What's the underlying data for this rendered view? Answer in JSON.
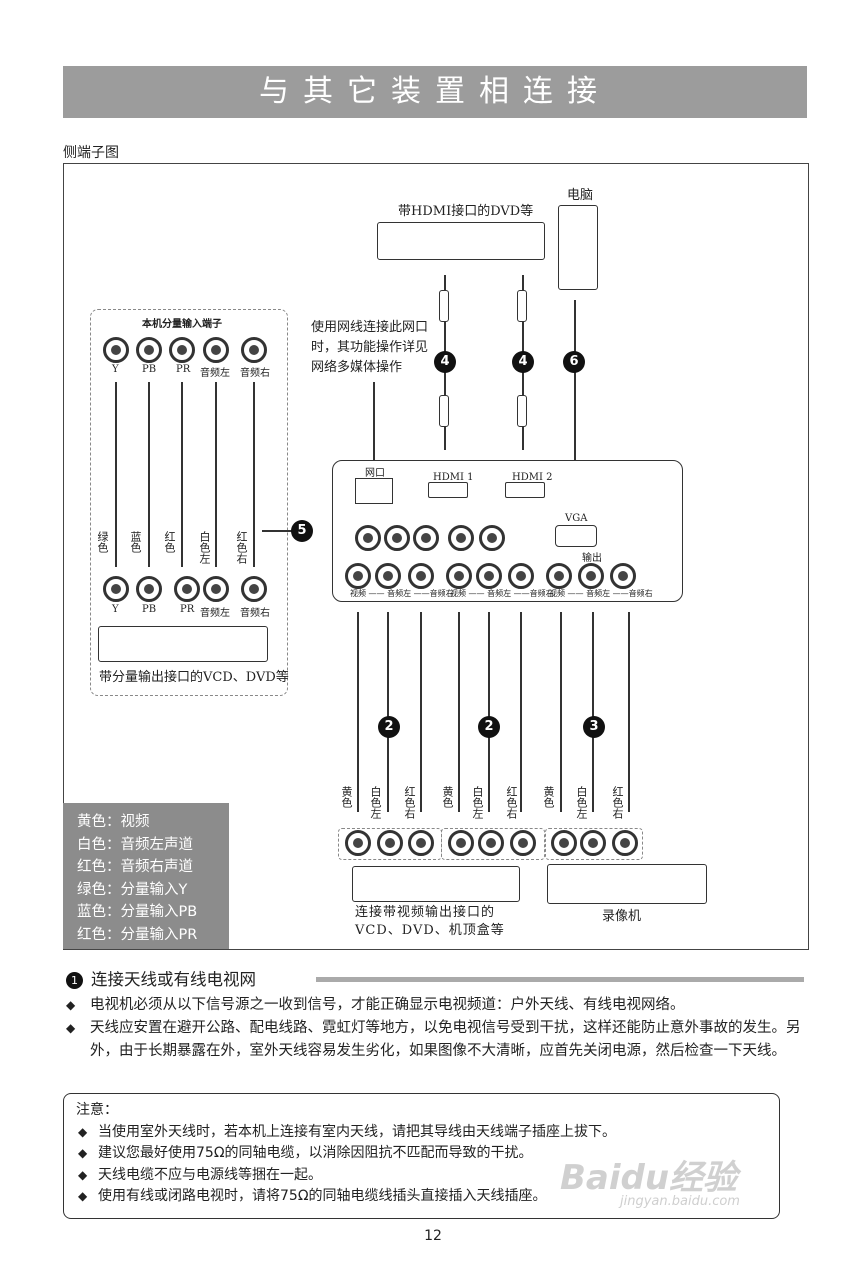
{
  "title": "与其它装置相连接",
  "section_label": "侧端子图",
  "diagram": {
    "dvd_hdmi_label": "带HDMI接口的DVD等",
    "pc_label": "电脑",
    "network_note": "使用网线连接此网口时，其功能操作详见网络多媒体操作",
    "component_box_title": "本机分量输入端子",
    "component_top_labels": [
      "Y",
      "PB",
      "PR",
      "音频左",
      "音频右"
    ],
    "component_cable_labels": [
      "绿色",
      "蓝色",
      "红色",
      "白色左",
      "红色右"
    ],
    "component_bottom_labels": [
      "Y",
      "PB",
      "PR",
      "音频左",
      "音频右"
    ],
    "component_device_label": "带分量输出接口的VCD、DVD等",
    "panel": {
      "network_label": "网口",
      "hdmi1_label": "HDMI 1",
      "hdmi2_label": "HDMI 2",
      "vga_label": "VGA",
      "output_label": "输出",
      "group_labels": [
        "视频 —— 音频左 ——音频右",
        "视频 —— 音频左 ——音频右",
        "视频 —— 音频左 ——音频右"
      ]
    },
    "badges": [
      "4",
      "4",
      "6",
      "5",
      "2",
      "2",
      "3"
    ],
    "av_cable_labels": [
      "黄色",
      "白色左",
      "红色右",
      "黄色",
      "白色左",
      "红色右",
      "黄色",
      "白色左",
      "红色右"
    ],
    "av_device_label": "连接带视频输出接口的VCD、DVD、机顶盒等",
    "vcr_label": "录像机"
  },
  "legend": [
    "黄色：视频",
    "白色：音频左声道",
    "红色：音频右声道",
    "绿色：分量输入Y",
    "蓝色：分量输入PB",
    "红色：分量输入PR"
  ],
  "section1": {
    "number": "1",
    "heading": "连接天线或有线电视网",
    "bullets": [
      "电视机必须从以下信号源之一收到信号，才能正确显示电视频道：户外天线、有线电视网络。",
      "天线应安置在避开公路、配电线路、霓虹灯等地方，以免电视信号受到干扰，这样还能防止意外事故的发生。另外，由于长期暴露在外，室外天线容易发生劣化，如果图像不大清晰，应首先关闭电源，然后检查一下天线。"
    ]
  },
  "note": {
    "title": "注意：",
    "items": [
      "当使用室外天线时，若本机上连接有室内天线，请把其导线由天线端子插座上拔下。",
      "建议您最好使用75Ω的同轴电缆，以消除因阻抗不匹配而导致的干扰。",
      "天线电缆不应与电源线等捆在一起。",
      "使用有线或闭路电视时，请将75Ω的同轴电缆线插头直接插入天线插座。"
    ]
  },
  "page_number": "12",
  "watermark": "Baidu经验",
  "watermark_url": "jingyan.baidu.com"
}
